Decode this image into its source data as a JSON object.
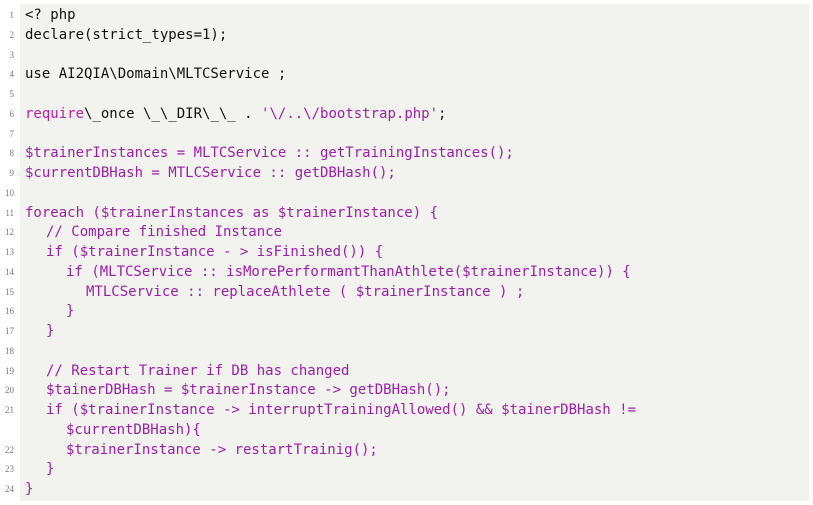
{
  "code": {
    "lines": [
      {
        "n": "1",
        "parts": [
          {
            "t": "<? php",
            "c": "p"
          }
        ],
        "indent": 0
      },
      {
        "n": "2",
        "parts": [
          {
            "t": "declare(strict_types=1);",
            "c": "p"
          }
        ],
        "indent": 0
      },
      {
        "n": "3",
        "parts": [],
        "indent": 0
      },
      {
        "n": "4",
        "parts": [
          {
            "t": "use AI2QIA\\Domain\\MLTCService ;",
            "c": "p"
          }
        ],
        "indent": 0
      },
      {
        "n": "5",
        "parts": [],
        "indent": 0
      },
      {
        "n": "6",
        "parts": [
          {
            "t": "require",
            "c": "k"
          },
          {
            "t": "\\_once \\_\\_DIR\\_\\_ . ",
            "c": "p"
          },
          {
            "t": "'\\/..\\/bootstrap.php'",
            "c": "v"
          },
          {
            "t": ";",
            "c": "p"
          }
        ],
        "indent": 0
      },
      {
        "n": "7",
        "parts": [],
        "indent": 0
      },
      {
        "n": "8",
        "parts": [
          {
            "t": "$trainerInstances = MLTCService :: getTrainingInstances();",
            "c": "v"
          }
        ],
        "indent": 0
      },
      {
        "n": "9",
        "parts": [
          {
            "t": "$currentDBHash = MTLCService :: getDBHash();",
            "c": "v"
          }
        ],
        "indent": 0
      },
      {
        "n": "10",
        "parts": [],
        "indent": 0
      },
      {
        "n": "11",
        "parts": [
          {
            "t": "foreach ($trainerInstances as $trainerInstance) {",
            "c": "v"
          }
        ],
        "indent": 0
      },
      {
        "n": "12",
        "parts": [
          {
            "t": "// Compare finished Instance",
            "c": "v"
          }
        ],
        "indent": 1
      },
      {
        "n": "13",
        "parts": [
          {
            "t": "if ($trainerInstance - > isFinished()) {",
            "c": "v"
          }
        ],
        "indent": 1
      },
      {
        "n": "14",
        "parts": [
          {
            "t": "if (MLTCService :: isMorePerformantThanAthlete($trainerInstance)) {",
            "c": "v"
          }
        ],
        "indent": 2
      },
      {
        "n": "15",
        "parts": [
          {
            "t": "MTLCService :: replaceAthlete ( $trainerInstance ) ;",
            "c": "v"
          }
        ],
        "indent": 3
      },
      {
        "n": "16",
        "parts": [
          {
            "t": "}",
            "c": "v"
          }
        ],
        "indent": 2
      },
      {
        "n": "17",
        "parts": [
          {
            "t": "}",
            "c": "v"
          }
        ],
        "indent": 1
      },
      {
        "n": "18",
        "parts": [],
        "indent": 0
      },
      {
        "n": "19",
        "parts": [
          {
            "t": "// Restart Trainer if DB has changed",
            "c": "v"
          }
        ],
        "indent": 1
      },
      {
        "n": "20",
        "parts": [
          {
            "t": "$tainerDBHash = $trainerInstance -> getDBHash();",
            "c": "v"
          }
        ],
        "indent": 1
      },
      {
        "n": "21",
        "parts": [
          {
            "t": "if ($trainerInstance -> interruptTrainingAllowed() && $tainerDBHash !=",
            "c": "v"
          }
        ],
        "indent": 1
      },
      {
        "n": "",
        "parts": [
          {
            "t": "$currentDBHash){",
            "c": "v"
          }
        ],
        "indent": 2
      },
      {
        "n": "22",
        "parts": [
          {
            "t": "$trainerInstance -> restartTrainig();",
            "c": "v"
          }
        ],
        "indent": 2
      },
      {
        "n": "23",
        "parts": [
          {
            "t": "}",
            "c": "v"
          }
        ],
        "indent": 1
      },
      {
        "n": "24",
        "parts": [
          {
            "t": "}",
            "c": "v"
          }
        ],
        "indent": 0
      }
    ]
  }
}
